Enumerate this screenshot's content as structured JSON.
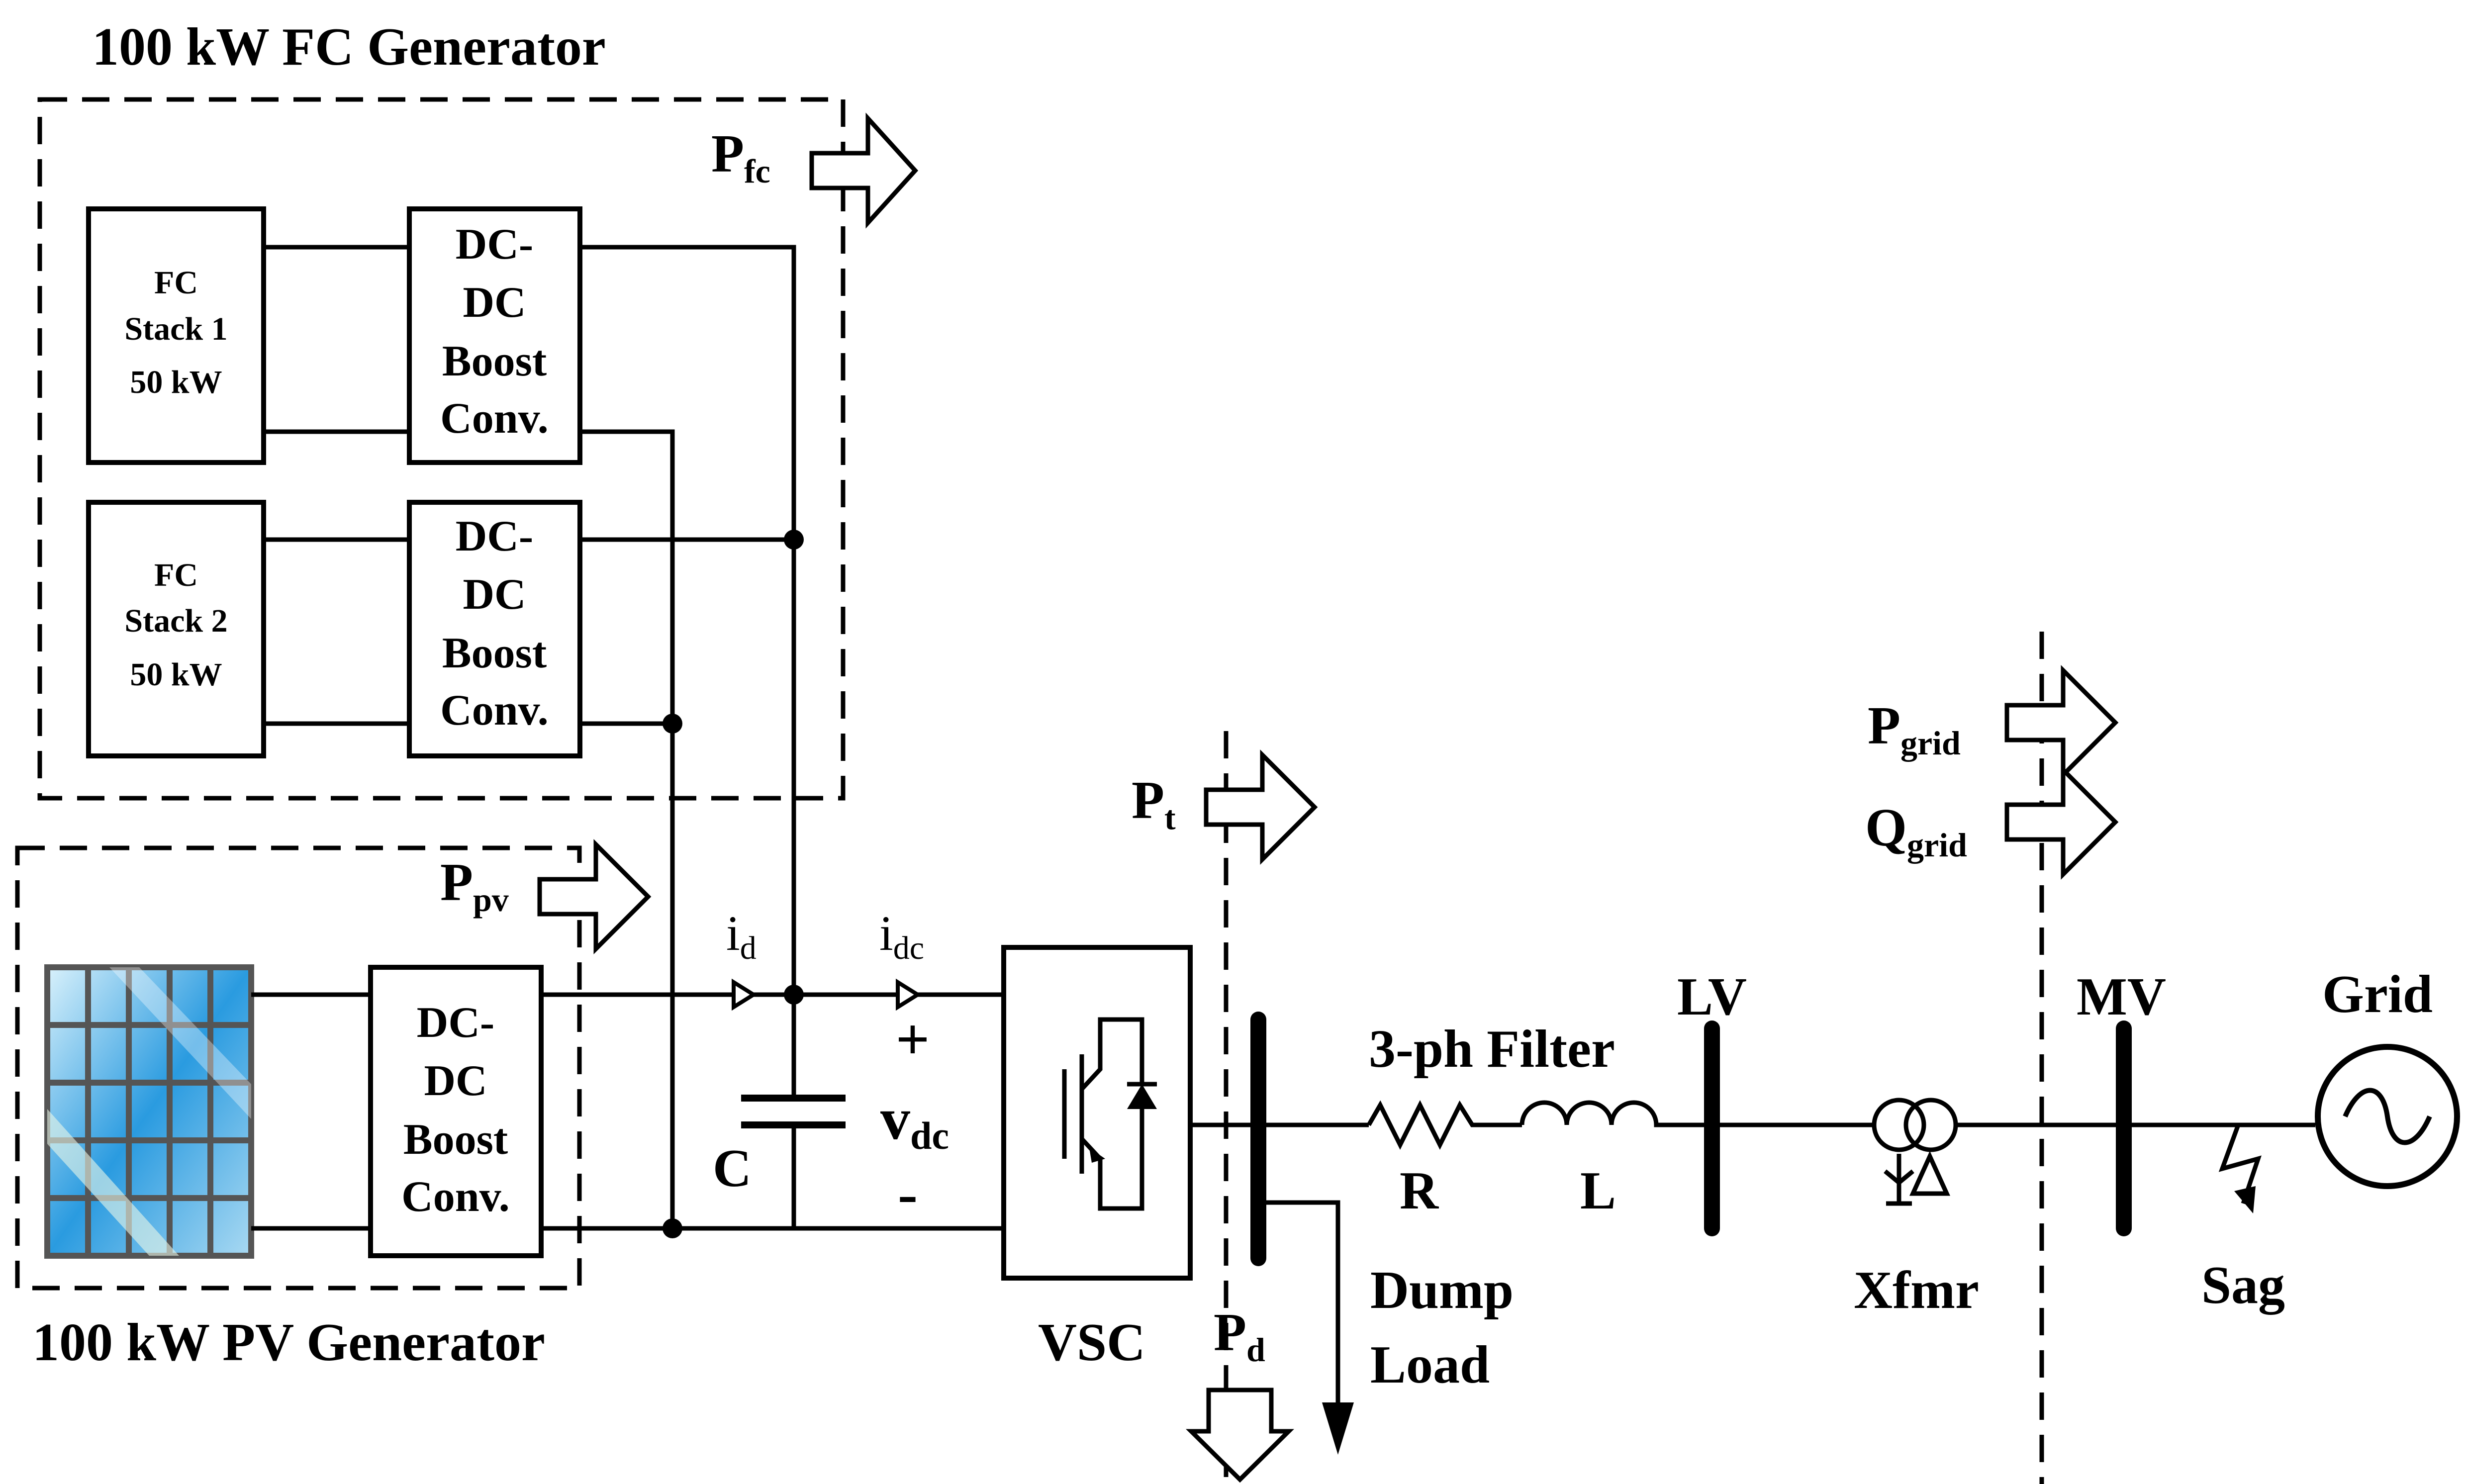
{
  "fc_generator": {
    "title": "100 kW FC Generator",
    "power_symbol": "P",
    "power_subscript": "fc",
    "stack1": {
      "line1": "FC",
      "line2": "Stack 1",
      "line3": "50 kW"
    },
    "stack2": {
      "line1": "FC",
      "line2": "Stack 2",
      "line3": "50 kW"
    },
    "converter1": {
      "line1": "DC-",
      "line2": "DC",
      "line3": "Boost",
      "line4": "Conv."
    },
    "converter2": {
      "line1": "DC-",
      "line2": "DC",
      "line3": "Boost",
      "line4": "Conv."
    }
  },
  "pv_generator": {
    "title": "100 kW PV Generator",
    "power_symbol": "P",
    "power_subscript": "pv",
    "converter": {
      "line1": "DC-",
      "line2": "DC",
      "line3": "Boost",
      "line4": "Conv."
    }
  },
  "dc_link": {
    "id_symbol": "i",
    "id_subscript": "d",
    "idc_symbol": "i",
    "idc_subscript": "dc",
    "plus": "+",
    "vdc_symbol": "v",
    "vdc_subscript": "dc",
    "minus": "-",
    "capacitor": "C"
  },
  "vsc": {
    "label": "VSC"
  },
  "power_flows": {
    "pt_symbol": "P",
    "pt_subscript": "t",
    "pd_symbol": "P",
    "pd_subscript": "d",
    "pgrid_symbol": "P",
    "pgrid_subscript": "grid",
    "qgrid_symbol": "Q",
    "qgrid_subscript": "grid"
  },
  "dump_load": {
    "line1": "Dump",
    "line2": "Load"
  },
  "filter": {
    "title": "3-ph Filter",
    "r": "R",
    "l": "L"
  },
  "buses": {
    "lv": "LV",
    "mv": "MV"
  },
  "transformer": {
    "label": "Xfmr"
  },
  "sag": {
    "label": "Sag"
  },
  "grid": {
    "label": "Grid"
  },
  "colors": {
    "line": "#000000",
    "pv_cell_light": "#bfe6f7",
    "pv_cell_dark": "#1a8fd6",
    "pv_frame": "#555555"
  }
}
